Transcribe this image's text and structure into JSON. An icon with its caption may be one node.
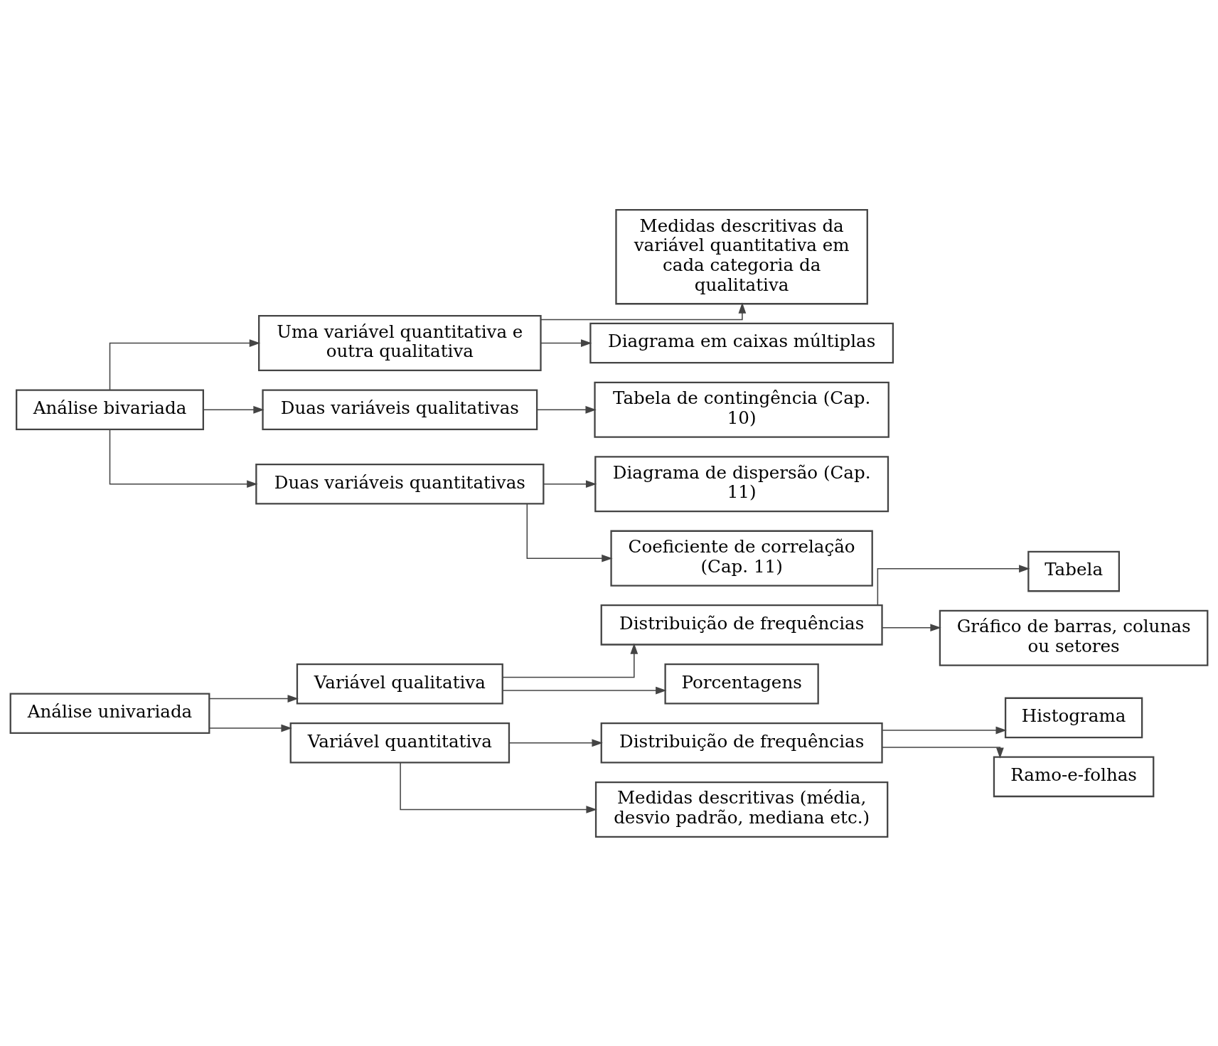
{
  "diagram": {
    "nodes": [
      {
        "text": [
          "Análise univariada"
        ]
      },
      {
        "text": [
          "Variável qualitativa"
        ]
      },
      {
        "text": [
          "Distribuição de frequências"
        ]
      },
      {
        "text": [
          "Porcentagens"
        ]
      },
      {
        "text": [
          "Tabela"
        ]
      },
      {
        "text": [
          "Gráfico de barras, colunas ou setores"
        ]
      },
      {
        "text": [
          "Variável quantitativa"
        ]
      },
      {
        "text": [
          "Distribuição de frequências"
        ]
      },
      {
        "text": [
          "Medidas descritivas (média, desvio padrão, mediana etc.)"
        ]
      },
      {
        "text": [
          "Histograma"
        ]
      },
      {
        "text": [
          "Ramo-e-folhas"
        ]
      },
      {
        "text": [
          "Análise bivariada"
        ]
      },
      {
        "text": [
          "Uma variável quantitativa e outra qualitativa"
        ]
      },
      {
        "text": [
          "Medidas descritivas da variável quantitativa em cada categoria da qualitativa"
        ]
      },
      {
        "text": [
          "Diagrama em caixas múltiplas"
        ]
      },
      {
        "text": [
          "Duas variáveis qualitativas"
        ]
      },
      {
        "text": [
          "Tabela de contingência (Cap. 10)"
        ]
      },
      {
        "text": [
          "Duas variáveis quantitativas"
        ]
      },
      {
        "text": [
          "Diagrama de dispersão (Cap. 11)"
        ]
      },
      {
        "text": [
          "Coeficiente de correlação (Cap. 11)"
        ]
      }
    ],
    "edges": [
      {
        "from": 0,
        "to": 1,
        "arrow": "to"
      },
      {
        "from": 0,
        "to": 6,
        "arrow": "to"
      },
      {
        "from": 1,
        "to": 2,
        "arrow": "to"
      },
      {
        "from": 1,
        "to": 3,
        "arrow": "to"
      },
      {
        "from": 2,
        "to": 4,
        "arrow": "to"
      },
      {
        "from": 2,
        "to": 5,
        "arrow": "to"
      },
      {
        "from": 6,
        "to": 7,
        "arrow": "to"
      },
      {
        "from": 6,
        "to": 8,
        "arrow": "to"
      },
      {
        "from": 7,
        "to": 9,
        "arrow": "to"
      },
      {
        "from": 7,
        "to": 10,
        "arrow": "to"
      },
      {
        "from": 11,
        "to": 12,
        "arrow": "to"
      },
      {
        "from": 11,
        "to": 15,
        "arrow": "to"
      },
      {
        "from": 11,
        "to": 17,
        "arrow": "to"
      },
      {
        "from": 12,
        "to": 13,
        "arrow": "to"
      },
      {
        "from": 12,
        "to": 14,
        "arrow": "to"
      },
      {
        "from": 15,
        "to": 16,
        "arrow": "to"
      },
      {
        "from": 17,
        "to": 18,
        "arrow": "to"
      },
      {
        "from": 17,
        "to": 19,
        "arrow": "to"
      }
    ]
  }
}
